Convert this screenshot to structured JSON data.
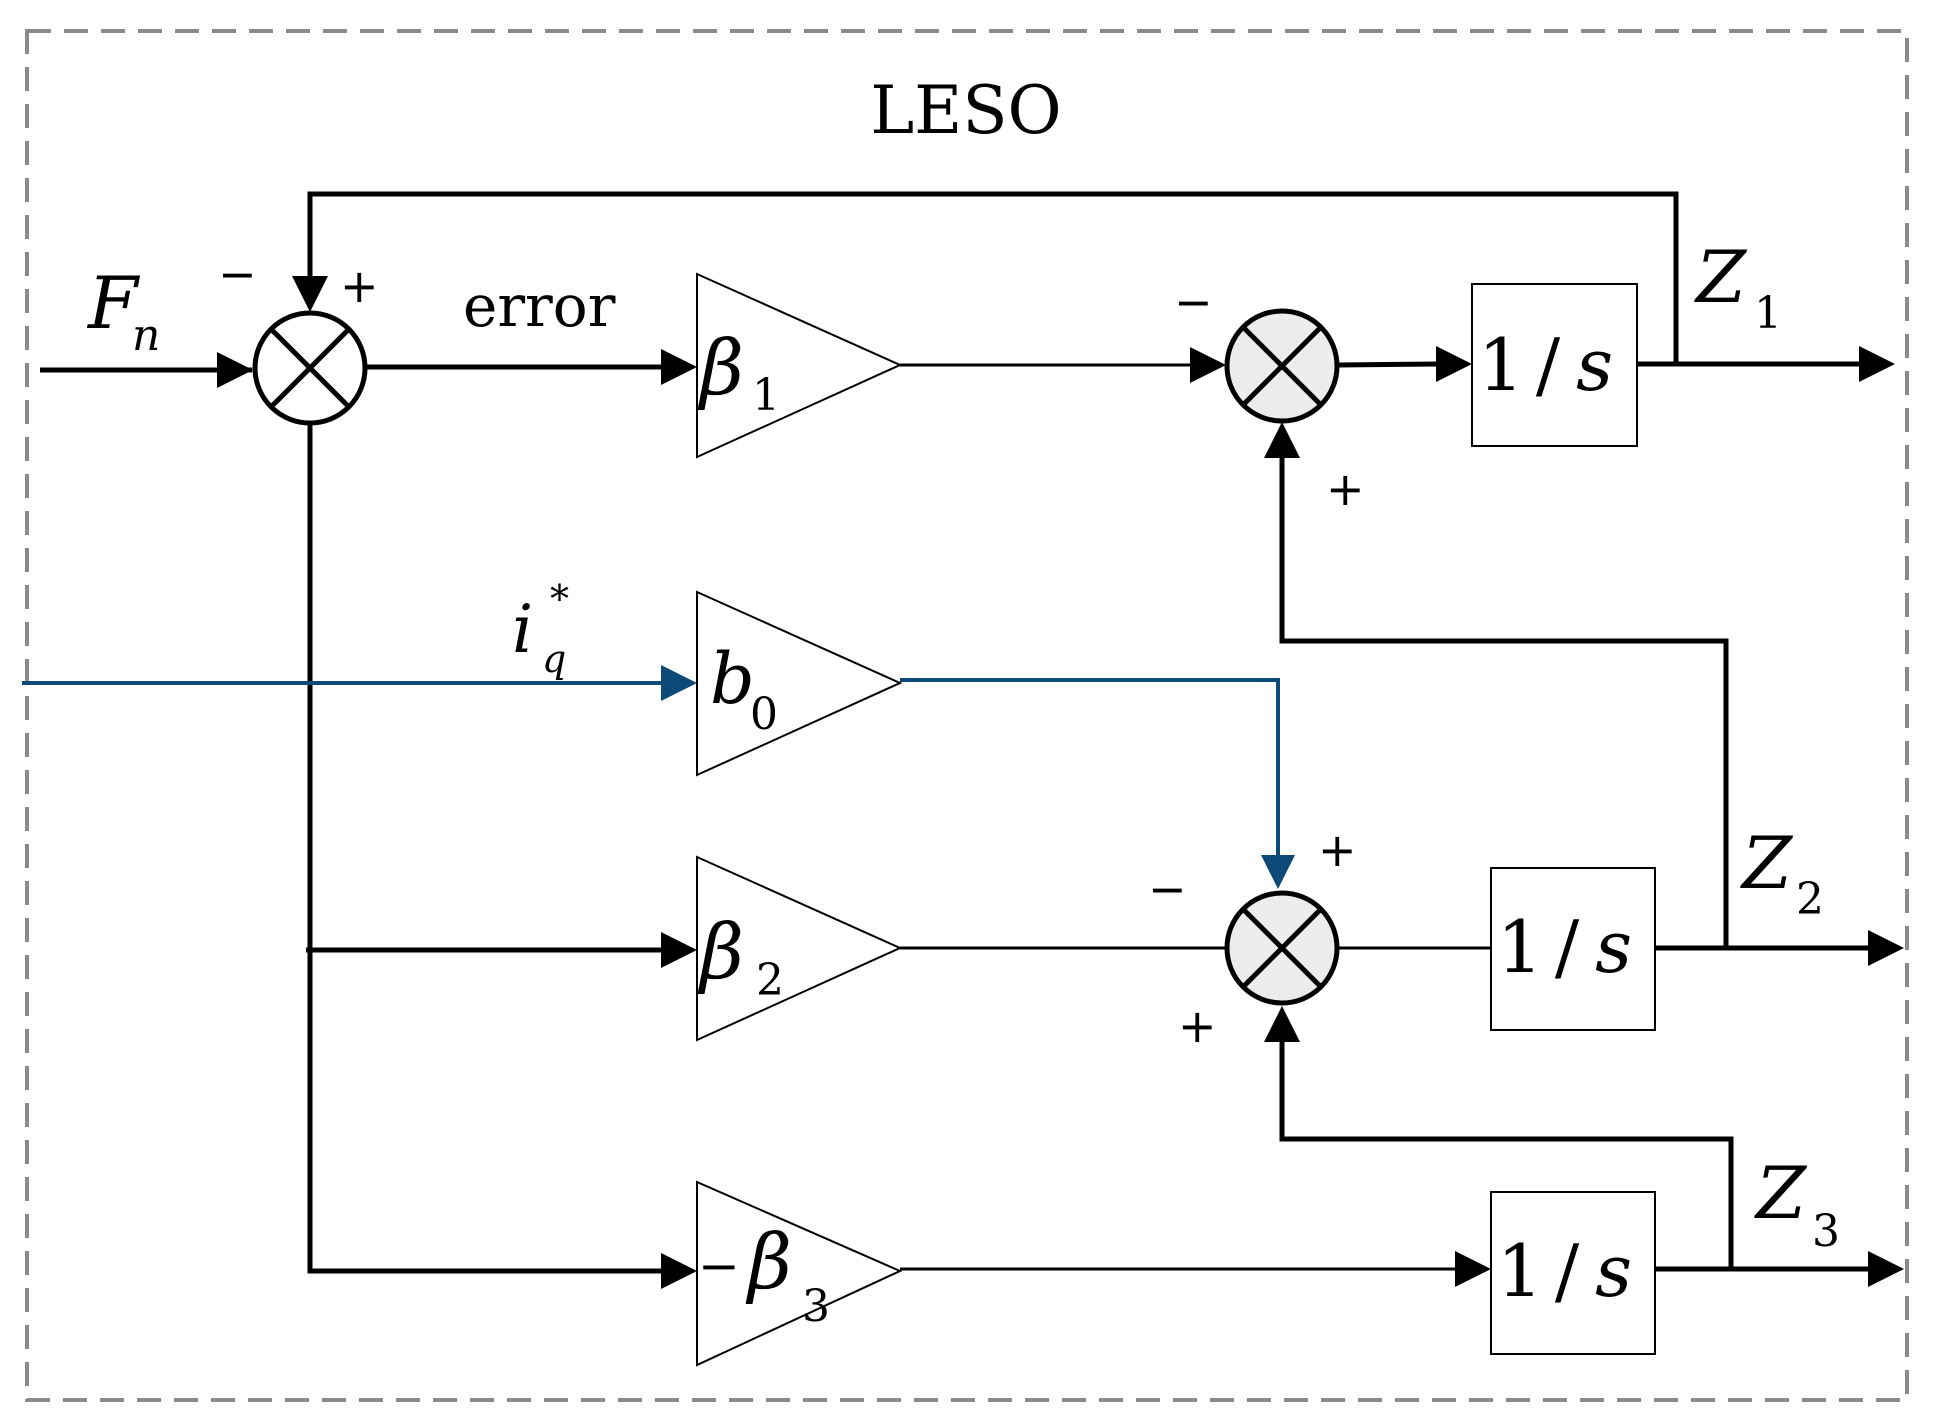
{
  "title": "LESO",
  "colors": {
    "line": "#000000",
    "blue_signal": "#0e4a77",
    "sum_fill_white": "#ffffff",
    "sum_fill_grey": "#ececec",
    "frame": "#8a8a8a"
  },
  "input": {
    "label_main": "F",
    "label_sub": "n"
  },
  "error_label": "error",
  "reference": {
    "label_main": "i",
    "label_sub": "q",
    "label_sup": "*"
  },
  "gains": {
    "beta1": {
      "main": "β",
      "sub": "1"
    },
    "b0": {
      "main": "b",
      "sub": "0"
    },
    "beta2": {
      "main": "β",
      "sub": "2"
    },
    "beta3": {
      "prefix": "−",
      "main": "β",
      "sub": "3"
    }
  },
  "integrators": {
    "label_num": "1",
    "label_slash": "/",
    "label_var": "s"
  },
  "outputs": {
    "z1": {
      "main": "Z",
      "sub": "1"
    },
    "z2": {
      "main": "Z",
      "sub": "2"
    },
    "z3": {
      "main": "Z",
      "sub": "3"
    }
  },
  "signs": {
    "sum1_left": "−",
    "sum1_top": "+",
    "sum2_left": "−",
    "sum2_bottom": "+",
    "sum3_left": "−",
    "sum3_top": "+",
    "sum3_bottom": "+"
  }
}
